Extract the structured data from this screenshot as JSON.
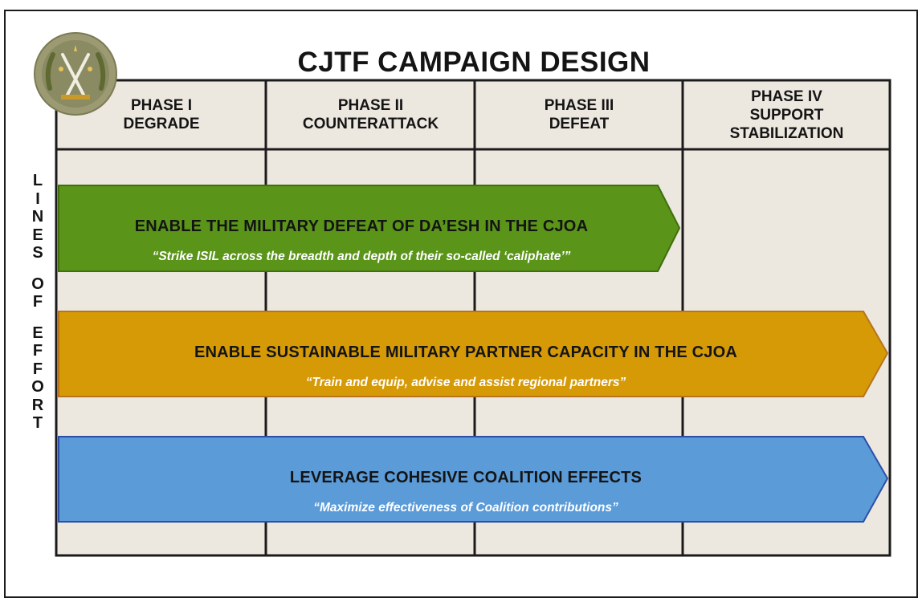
{
  "title": "CJTF CAMPAIGN DESIGN",
  "phases": [
    {
      "line1": "PHASE I",
      "line2": "DEGRADE",
      "line3": ""
    },
    {
      "line1": "PHASE II",
      "line2": "COUNTERATTACK",
      "line3": ""
    },
    {
      "line1": "PHASE III",
      "line2": "DEFEAT",
      "line3": ""
    },
    {
      "line1": "PHASE IV",
      "line2": "SUPPORT",
      "line3": "STABILIZATION"
    }
  ],
  "side_label": [
    "L",
    "I",
    "N",
    "E",
    "S",
    "",
    "O",
    "F",
    "",
    "E",
    "F",
    "F",
    "O",
    "R",
    "T"
  ],
  "lines_of_effort": [
    {
      "title": "ENABLE  THE MILITARY DEFEAT OF DA’ESH IN THE CJOA",
      "subtitle": "“Strike ISIL across the breadth and depth of their so-called ‘caliphate’”",
      "color": "#5a9419",
      "border": "#3f6f0e"
    },
    {
      "title": "ENABLE  SUSTAINABLE  MILITARY  PARTNER CAPACITY  IN THE CJOA",
      "subtitle": "“Train and equip,  advise and assist regional partners”",
      "color": "#d69a07",
      "border": "#b7741a"
    },
    {
      "title": "LEVERAGE  COHESIVE  COALITION  EFFECTS",
      "subtitle": "“Maximize effectiveness of Coalition contributions”",
      "color": "#5b9bd8",
      "border": "#2b4fa8"
    }
  ],
  "colors": {
    "grid_fill": "#ece7df",
    "grid_line": "#1b1b1b"
  }
}
